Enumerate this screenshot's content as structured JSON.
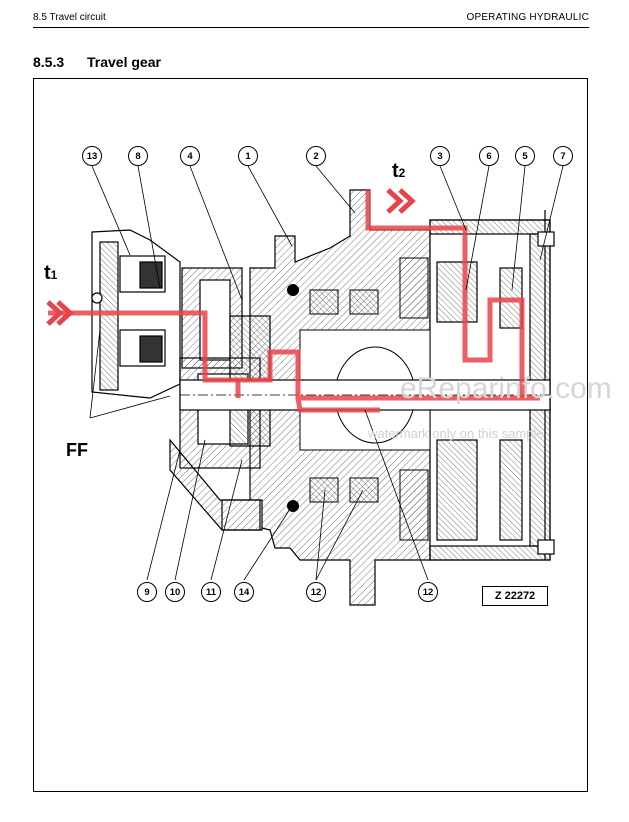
{
  "header": {
    "left": "8.5 Travel circuit",
    "right": "OPERATING HYDRAULIC"
  },
  "section": {
    "number": "8.5.3",
    "title": "Travel gear"
  },
  "figure": {
    "reference": "Z 22272",
    "labels": {
      "t1_main": "t",
      "t1_sub": "1",
      "t2_main": "t",
      "t2_sub": "2",
      "ff": "FF"
    },
    "callouts_top": [
      "13",
      "8",
      "4",
      "1",
      "2",
      "3",
      "6",
      "5",
      "7"
    ],
    "callouts_bottom": [
      "9",
      "10",
      "11",
      "14",
      "12",
      "12"
    ],
    "flow_color": "#e8434a",
    "watermark": "eReparinfo.com",
    "watermark_sub": "watermark only on this sample"
  }
}
